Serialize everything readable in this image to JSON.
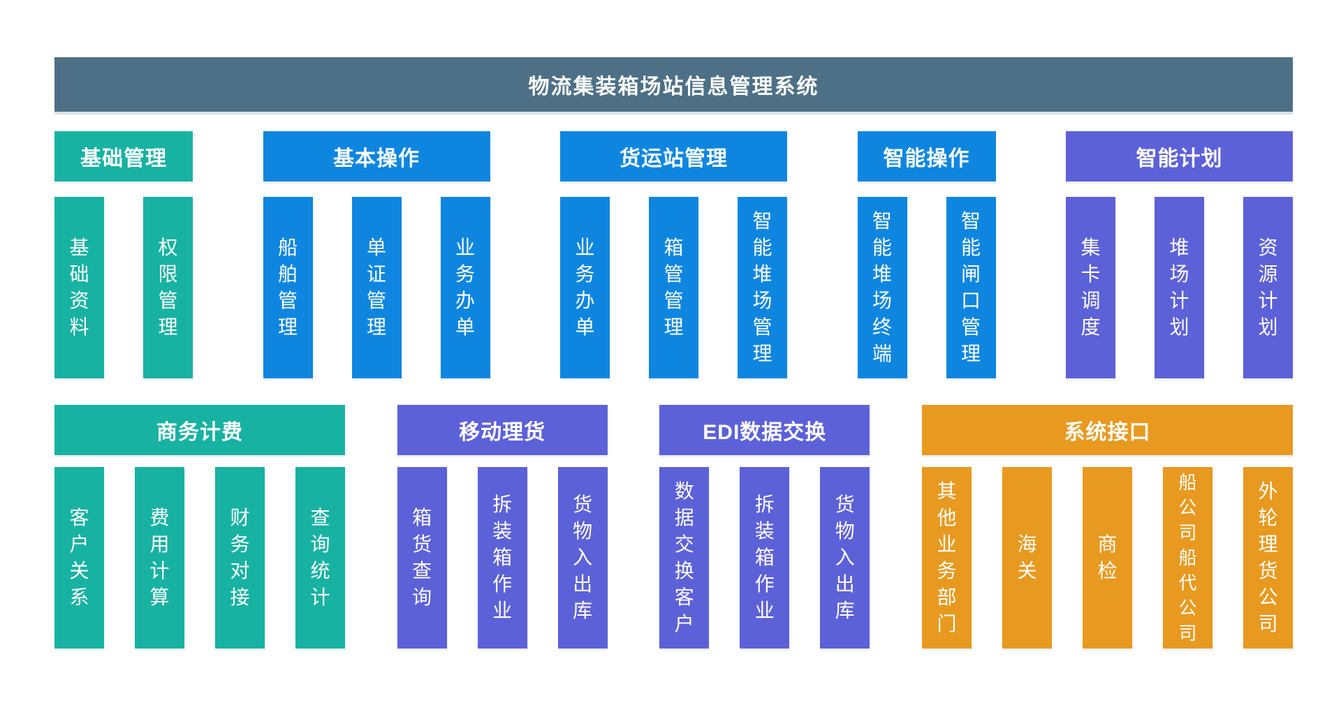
{
  "title": "物流集装箱场站信息管理系统",
  "colors": {
    "banner": "#4d7086",
    "teal": "#18b2a2",
    "blue": "#0e86e0",
    "purple": "#5c61d8",
    "orange": "#e8991f",
    "text_on_fill": "#ffffff",
    "page_background": "#ffffff"
  },
  "rows": [
    {
      "name": "row-1",
      "groups": [
        {
          "id": "basic-management",
          "label": "基础管理",
          "color": "teal",
          "columns": [
            "基础资料",
            "权限管理"
          ]
        },
        {
          "id": "basic-operations",
          "label": "基本操作",
          "color": "blue",
          "columns": [
            "船舶管理",
            "单证管理",
            "业务办单"
          ]
        },
        {
          "id": "freight-station-management",
          "label": "货运站管理",
          "color": "blue",
          "columns": [
            "业务办单",
            "箱管管理",
            "智能堆场管理"
          ]
        },
        {
          "id": "intelligent-operations",
          "label": "智能操作",
          "color": "blue",
          "columns": [
            "智能堆场终端",
            "智能闸口管理"
          ]
        },
        {
          "id": "intelligent-planning",
          "label": "智能计划",
          "color": "purple",
          "columns": [
            "集卡调度",
            "堆场计划",
            "资源计划"
          ]
        }
      ]
    },
    {
      "name": "row-2",
      "groups": [
        {
          "id": "commercial-billing",
          "label": "商务计费",
          "color": "teal",
          "columns": [
            "客户关系",
            "费用计算",
            "财务对接",
            "查询统计"
          ]
        },
        {
          "id": "mobile-tally",
          "label": "移动理货",
          "color": "purple",
          "columns": [
            "箱货查询",
            "拆装箱作业",
            "货物入出库"
          ]
        },
        {
          "id": "edi-data-exchange",
          "label": "EDI数据交换",
          "color": "purple",
          "columns": [
            "数据交换客户",
            "拆装箱作业",
            "货物入出库"
          ]
        },
        {
          "id": "system-interfaces",
          "label": "系统接口",
          "color": "orange",
          "columns": [
            "其他业务部门",
            "海关",
            "商检",
            "船公司船代公司",
            "外轮理货公司"
          ]
        }
      ]
    }
  ]
}
